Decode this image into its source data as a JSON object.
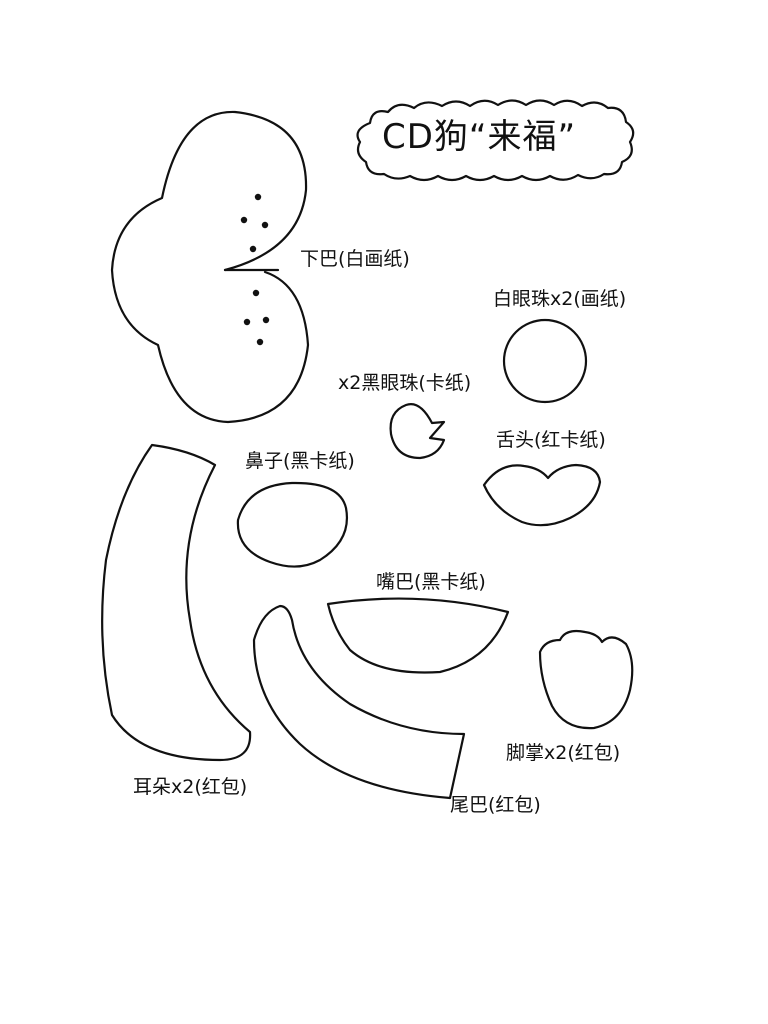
{
  "title": "CD狗“来福”",
  "pieces": {
    "jaw": {
      "label": "下巴(白画纸)"
    },
    "white_eye": {
      "label": "白眼珠x2(画纸)"
    },
    "black_eye": {
      "label": "x2黑眼珠(卡纸)"
    },
    "nose": {
      "label": "鼻子(黑卡纸)"
    },
    "tongue": {
      "label": "舌头(红卡纸)"
    },
    "mouth": {
      "label": "嘴巴(黑卡纸)"
    },
    "paw": {
      "label": "脚掌x2(红包)"
    },
    "ear": {
      "label": "耳朵x2(红包)"
    },
    "tail": {
      "label": "尾巴(红包)"
    }
  }
}
